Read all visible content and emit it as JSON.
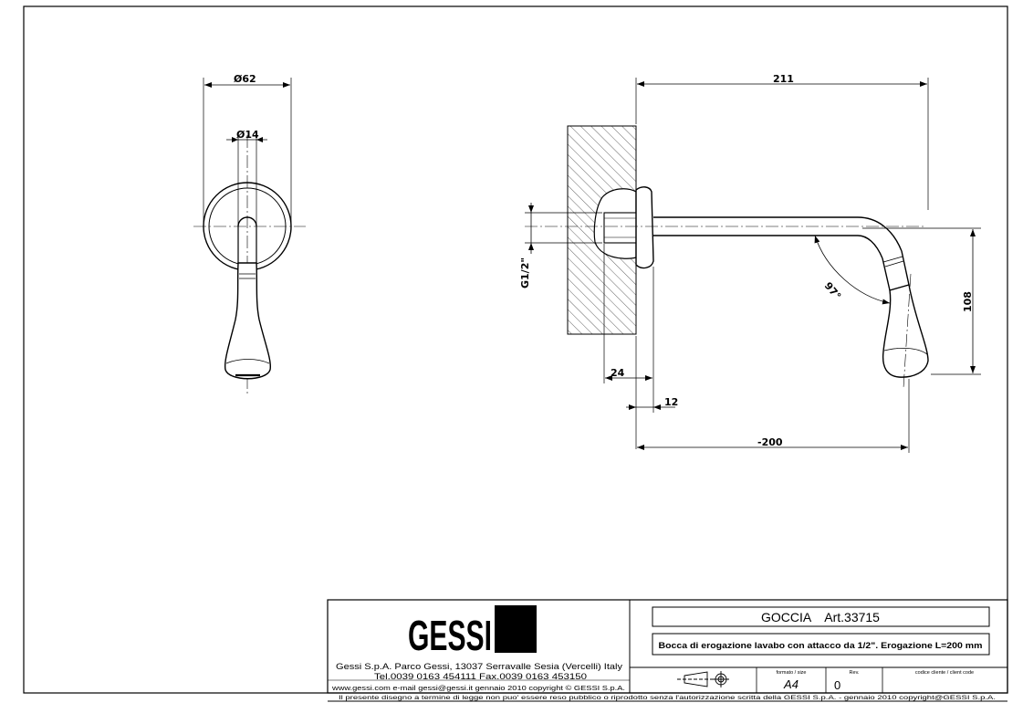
{
  "dimensions": {
    "d62": "Ø62",
    "d14": "Ø14",
    "len211": "211",
    "thread": "G1/2\"",
    "angle97": "97°",
    "h108": "108",
    "w24": "24",
    "w12": "12",
    "len200": "-200"
  },
  "title_block": {
    "logo_text": "GESSI",
    "company_line": "Gessi S.p.A. Parco Gessi, 13037 Serravalle Sesia (Vercelli) Italy",
    "phone_line": "Tel.0039 0163 454111 Fax.0039 0163 453150",
    "web_line": "www.gessi.com  e-mail gessi@gessi.it   gennaio 2010   copyright © GESSI S.p.A.",
    "product_title": "GOCCIA    Art.33715",
    "description": "Bocca di erogazione lavabo con attacco da 1/2\". Erogazione L=200 mm",
    "format_label": "formato / size",
    "format_value": "A4",
    "rev_label": "Rev.",
    "rev_value": "0",
    "client_code_label": "codice cliente / client code",
    "client_code_value": "",
    "legal_notice": "Il presente disegno a termine di legge non puo' essere reso pubblico o riprodotto senza l'autorizzazione scritta della GESSI S.p.A. - gennaio 2010   copyright@GESSI S.p.A."
  }
}
